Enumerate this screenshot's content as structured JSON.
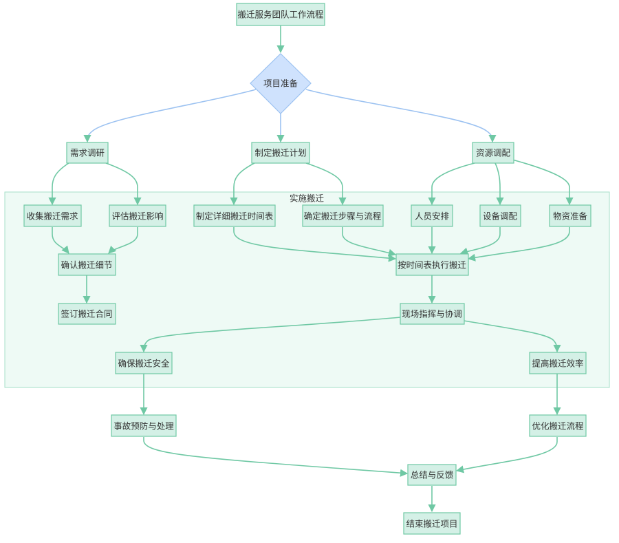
{
  "diagram": {
    "cluster": {
      "label": "实施搬迁"
    },
    "nodes": {
      "start": "搬迁服务团队工作流程",
      "prep": "项目准备",
      "survey": "需求调研",
      "plan": "制定搬迁计划",
      "resource": "资源调配",
      "collect": "收集搬迁需求",
      "assess": "评估搬迁影响",
      "schedule": "制定详细搬迁时间表",
      "steps": "确定搬迁步骤与流程",
      "staff": "人员安排",
      "equip": "设备调配",
      "material": "物资准备",
      "confirm": "确认搬迁细节",
      "contract": "签订搬迁合同",
      "execute": "按时间表执行搬迁",
      "command": "现场指挥与协调",
      "safety": "确保搬迁安全",
      "efficiency": "提高搬迁效率",
      "accident": "事故预防与处理",
      "optimize": "优化搬迁流程",
      "summary": "总结与反馈",
      "end": "结束搬迁项目"
    },
    "colors": {
      "node_fill": "#d4f0e6",
      "node_stroke": "#6fc8a4",
      "decision_fill": "#cfe2fd",
      "decision_stroke": "#9cc2f1",
      "cluster_fill": "#eefaf5",
      "edge": "#6fc8a4"
    }
  }
}
